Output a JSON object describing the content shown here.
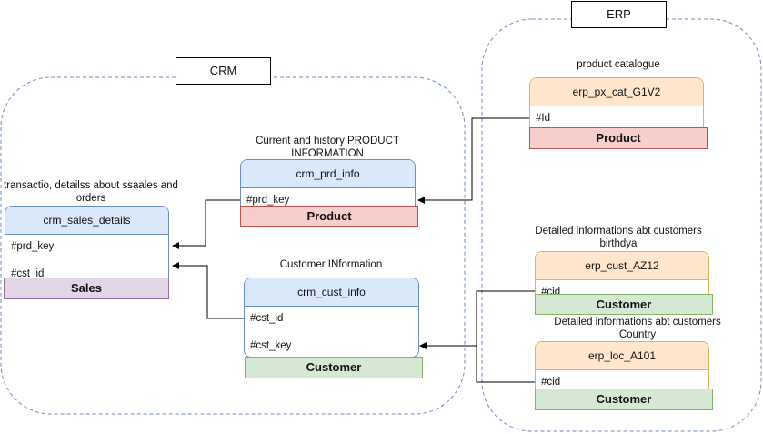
{
  "groups": {
    "crm": {
      "title": "CRM"
    },
    "erp": {
      "title": "ERP"
    }
  },
  "captions": {
    "sales": "transactio, detailss about ssaales and orders",
    "prd": "Current and history PRODUCT INFORMATION",
    "cust": "Customer INformation",
    "catalogue": "product catalogue",
    "az12": "Detailed informations abt customers birthdya",
    "a101": "Detailed informations abt customers Country"
  },
  "tables": {
    "crm_sales_details": {
      "name": "crm_sales_details",
      "fields": [
        "#prd_key",
        "#cst_id"
      ],
      "tag": "Sales"
    },
    "crm_prd_info": {
      "name": "crm_prd_info",
      "fields": [
        "#prd_key"
      ],
      "tag": "Product"
    },
    "crm_cust_info": {
      "name": "crm_cust_info",
      "fields": [
        "#cst_id",
        "#cst_key"
      ],
      "tag": "Customer"
    },
    "erp_px_cat_G1V2": {
      "name": "erp_px_cat_G1V2",
      "fields": [
        "#Id"
      ],
      "tag": "Product"
    },
    "erp_cust_AZ12": {
      "name": "erp_cust_AZ12",
      "fields": [
        "#cid"
      ],
      "tag": "Customer"
    },
    "erp_loc_A101": {
      "name": "erp_loc_A101",
      "fields": [
        "#cid"
      ],
      "tag": "Customer"
    }
  },
  "colors": {
    "blue_header": "#dae8fc",
    "orange_header": "#ffe6cc",
    "product_tag": "#f8cecc",
    "customer_tag": "#d5e8d4",
    "sales_tag": "#e1d5e7",
    "group_border": "#6c8ebf"
  },
  "relations": [
    {
      "from": "erp_px_cat_G1V2.#Id",
      "to": "crm_prd_info.#prd_key"
    },
    {
      "from": "crm_prd_info.#prd_key",
      "to": "crm_sales_details.#prd_key"
    },
    {
      "from": "crm_cust_info.#cst_id",
      "to": "crm_sales_details.#cst_id"
    },
    {
      "from": "erp_cust_AZ12.#cid",
      "to": "crm_cust_info.#cst_key"
    },
    {
      "from": "erp_loc_A101.#cid",
      "to": "crm_cust_info.#cst_key"
    }
  ]
}
